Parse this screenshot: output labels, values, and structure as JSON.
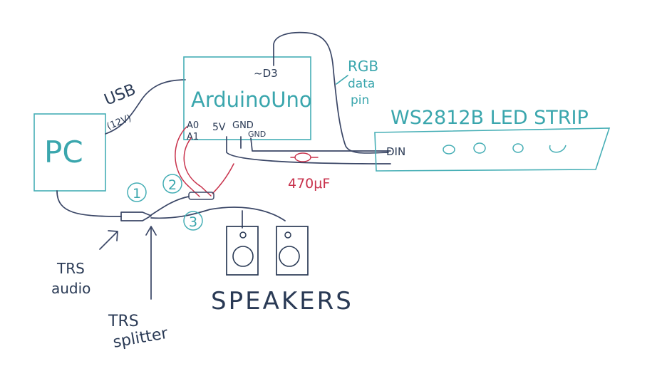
{
  "labels": {
    "pc": "PC",
    "usb": "USB",
    "usb_voltage": "(12V)",
    "arduino": "ArduinoUno",
    "pin_d3": "~D3",
    "pin_a0": "A0",
    "pin_a1": "A1",
    "pin_5v": "5V",
    "pin_gnd_top": "GND",
    "pin_gnd_bottom": "GND",
    "rgb_line1": "RGB",
    "rgb_line2": "data",
    "rgb_line3": "pin",
    "led_strip": "WS2812B LED STRIP",
    "din": "DIN",
    "capacitor": "470μF",
    "speakers": "SPEAKERS",
    "trs_audio_line1": "TRS",
    "trs_audio_line2": "audio",
    "trs_splitter_line1": "TRS",
    "trs_splitter_line2": "splitter",
    "num1": "1",
    "num2": "2",
    "num3": "3"
  },
  "colors": {
    "teal": "#3aa6ad",
    "navy": "#2a3a55",
    "red": "#c8324c"
  }
}
